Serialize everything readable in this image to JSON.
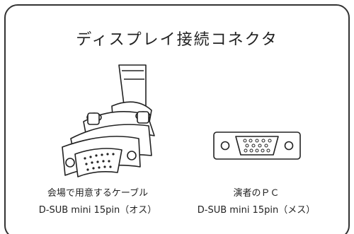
{
  "title": "ディスプレイ接続コネクタ",
  "cable": {
    "line1": "会場で用意するケーブル",
    "line2": "D-SUB mini 15pin（オス）"
  },
  "pc": {
    "line1": "演者のＰＣ",
    "line2": "D-SUB mini 15pin（メス）"
  }
}
